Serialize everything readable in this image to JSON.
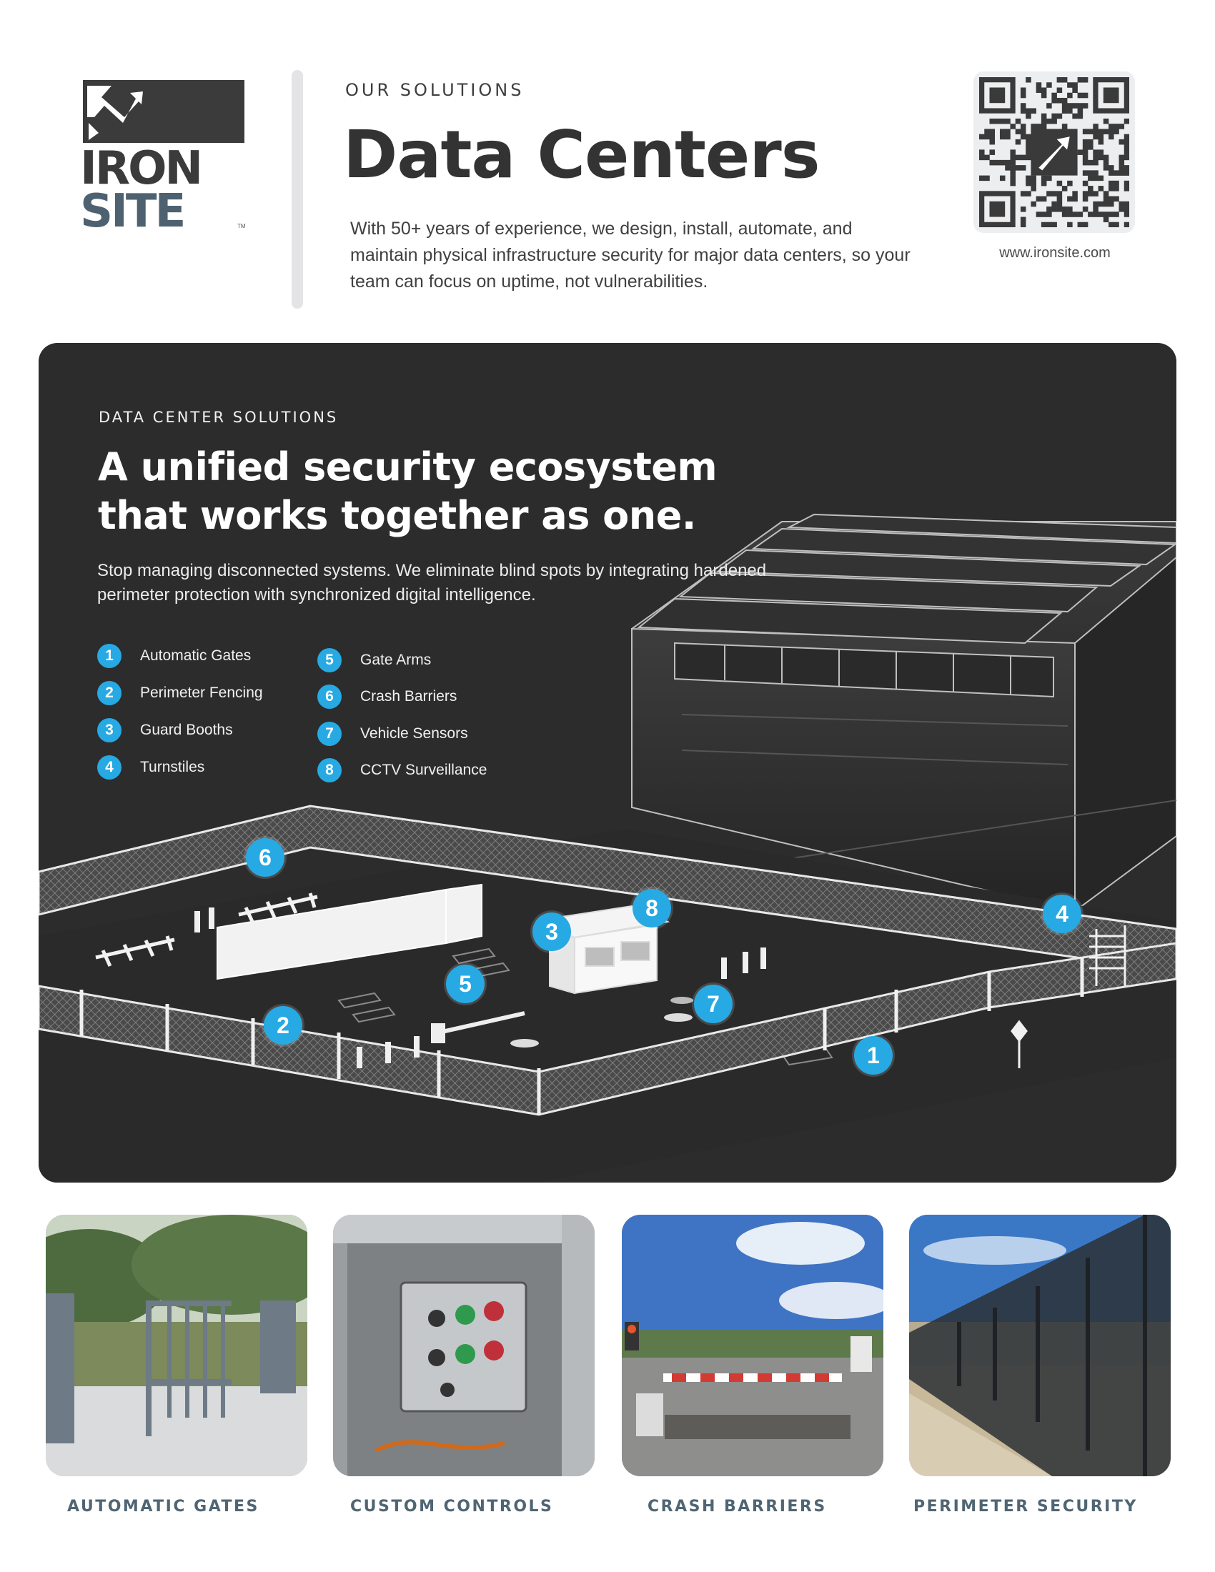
{
  "brand": {
    "logo_line1": "IRON",
    "logo_line2": "SITE",
    "trademark": "TM",
    "url": "www.ironsite.com"
  },
  "header": {
    "eyebrow": "OUR SOLUTIONS",
    "title": "Data Centers",
    "intro": "With 50+ years of experience, we design, install, automate, and maintain physical infrastructure security for major data centers, so your team can focus on uptime, not vulnerabilities."
  },
  "panel": {
    "eyebrow": "DATA CENTER SOLUTIONS",
    "headline_line1": "A unified security ecosystem",
    "headline_line2": "that works together as one.",
    "description": "Stop managing disconnected systems. We eliminate blind spots by integrating hardened perimeter protection with synchronized digital intelligence.",
    "solutions": [
      {
        "num": "1",
        "label": "Automatic Gates"
      },
      {
        "num": "2",
        "label": "Perimeter Fencing"
      },
      {
        "num": "3",
        "label": "Guard Booths"
      },
      {
        "num": "4",
        "label": "Turnstiles"
      },
      {
        "num": "5",
        "label": "Gate Arms"
      },
      {
        "num": "6",
        "label": "Crash Barriers"
      },
      {
        "num": "7",
        "label": "Vehicle Sensors"
      },
      {
        "num": "8",
        "label": "CCTV Surveillance"
      }
    ],
    "markers": [
      "6",
      "3",
      "8",
      "4",
      "5",
      "7",
      "2",
      "1"
    ]
  },
  "gallery": [
    {
      "caption": "AUTOMATIC GATES",
      "icon": "gate-photo"
    },
    {
      "caption": "CUSTOM CONTROLS",
      "icon": "control-panel-photo"
    },
    {
      "caption": "CRASH BARRIERS",
      "icon": "barrier-photo"
    },
    {
      "caption": "PERIMETER SECURITY",
      "icon": "fence-photo"
    }
  ],
  "colors": {
    "accent": "#27a9e3",
    "panel_bg": "#2c2c2c",
    "caption": "#4f6573",
    "logo_dark": "#3b3b3b",
    "logo_slate": "#4d6170"
  }
}
